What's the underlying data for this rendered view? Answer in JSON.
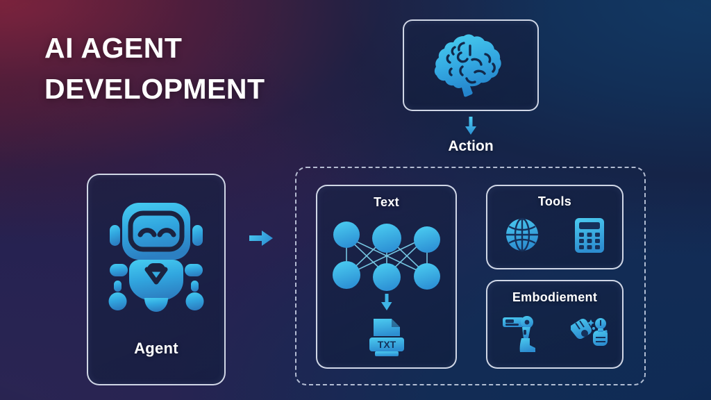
{
  "title": {
    "line1": "AI AGENT",
    "line2": "DEVELOPMENT"
  },
  "colors": {
    "accent_cyan": "#3bbdf0",
    "accent_cyan_dark": "#2a86c9",
    "card_border": "#e2e7f5",
    "text": "#ffffff",
    "bg_maroon": "#4a1b38",
    "bg_navy": "#0f2c5a",
    "bg_indigo": "#2a2553"
  },
  "brain_panel": {
    "icon": "brain-icon",
    "arrow": "arrow-down-icon",
    "label": "Action"
  },
  "agent_panel": {
    "icon": "robot-icon",
    "label": "Agent"
  },
  "flow": {
    "arrow": "arrow-right-icon"
  },
  "capabilities": [
    {
      "id": "text",
      "label": "Text",
      "icons": [
        "neural-network-icon",
        "arrow-down-icon",
        "txt-file-icon"
      ],
      "file_label": "TXT",
      "network": {
        "top_nodes": 3,
        "bottom_nodes": 3
      }
    },
    {
      "id": "tools",
      "label": "Tools",
      "icons": [
        "globe-icon",
        "calculator-icon"
      ]
    },
    {
      "id": "embodiment",
      "label": "Embodiement",
      "icons": [
        "robot-leg-icon",
        "robot-hand-bulb-icon"
      ]
    }
  ]
}
